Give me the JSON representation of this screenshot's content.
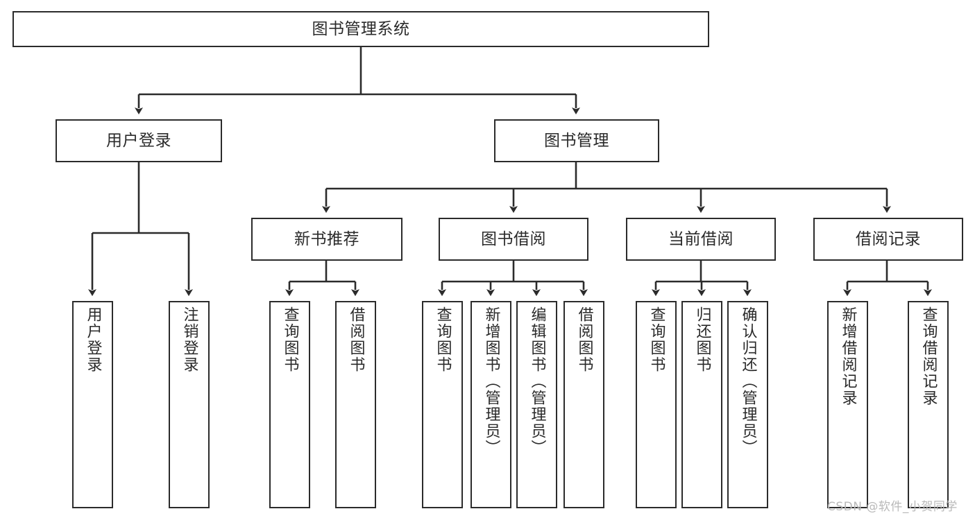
{
  "diagram": {
    "title": "图书管理系统",
    "colors": {
      "border": "#2b2b2b",
      "background": "#ffffff",
      "text": "#2a2a2a",
      "connector": "#2b2b2b",
      "watermark": "#b9b9b9"
    },
    "root": {
      "label": "图书管理系统"
    },
    "level2": [
      {
        "label": "用户登录"
      },
      {
        "label": "图书管理"
      }
    ],
    "level3": [
      {
        "label": "新书推荐"
      },
      {
        "label": "图书借阅"
      },
      {
        "label": "当前借阅"
      },
      {
        "label": "借阅记录"
      }
    ],
    "leaves": {
      "user_login": [
        {
          "label": "用户登录"
        },
        {
          "label": "注销登录"
        }
      ],
      "new_book_recommend": [
        {
          "label": "查询图书"
        },
        {
          "label": "借阅图书"
        }
      ],
      "book_borrow": [
        {
          "label": "查询图书"
        },
        {
          "label": "新增图书（管理员）"
        },
        {
          "label": "编辑图书（管理员）"
        },
        {
          "label": "借阅图书"
        }
      ],
      "current_borrow": [
        {
          "label": "查询图书"
        },
        {
          "label": "归还图书"
        },
        {
          "label": "确认归还（管理员）"
        }
      ],
      "borrow_record": [
        {
          "label": "新增借阅记录"
        },
        {
          "label": "查询借阅记录"
        }
      ]
    },
    "watermark": "CSDN @软件_小贺同学"
  }
}
